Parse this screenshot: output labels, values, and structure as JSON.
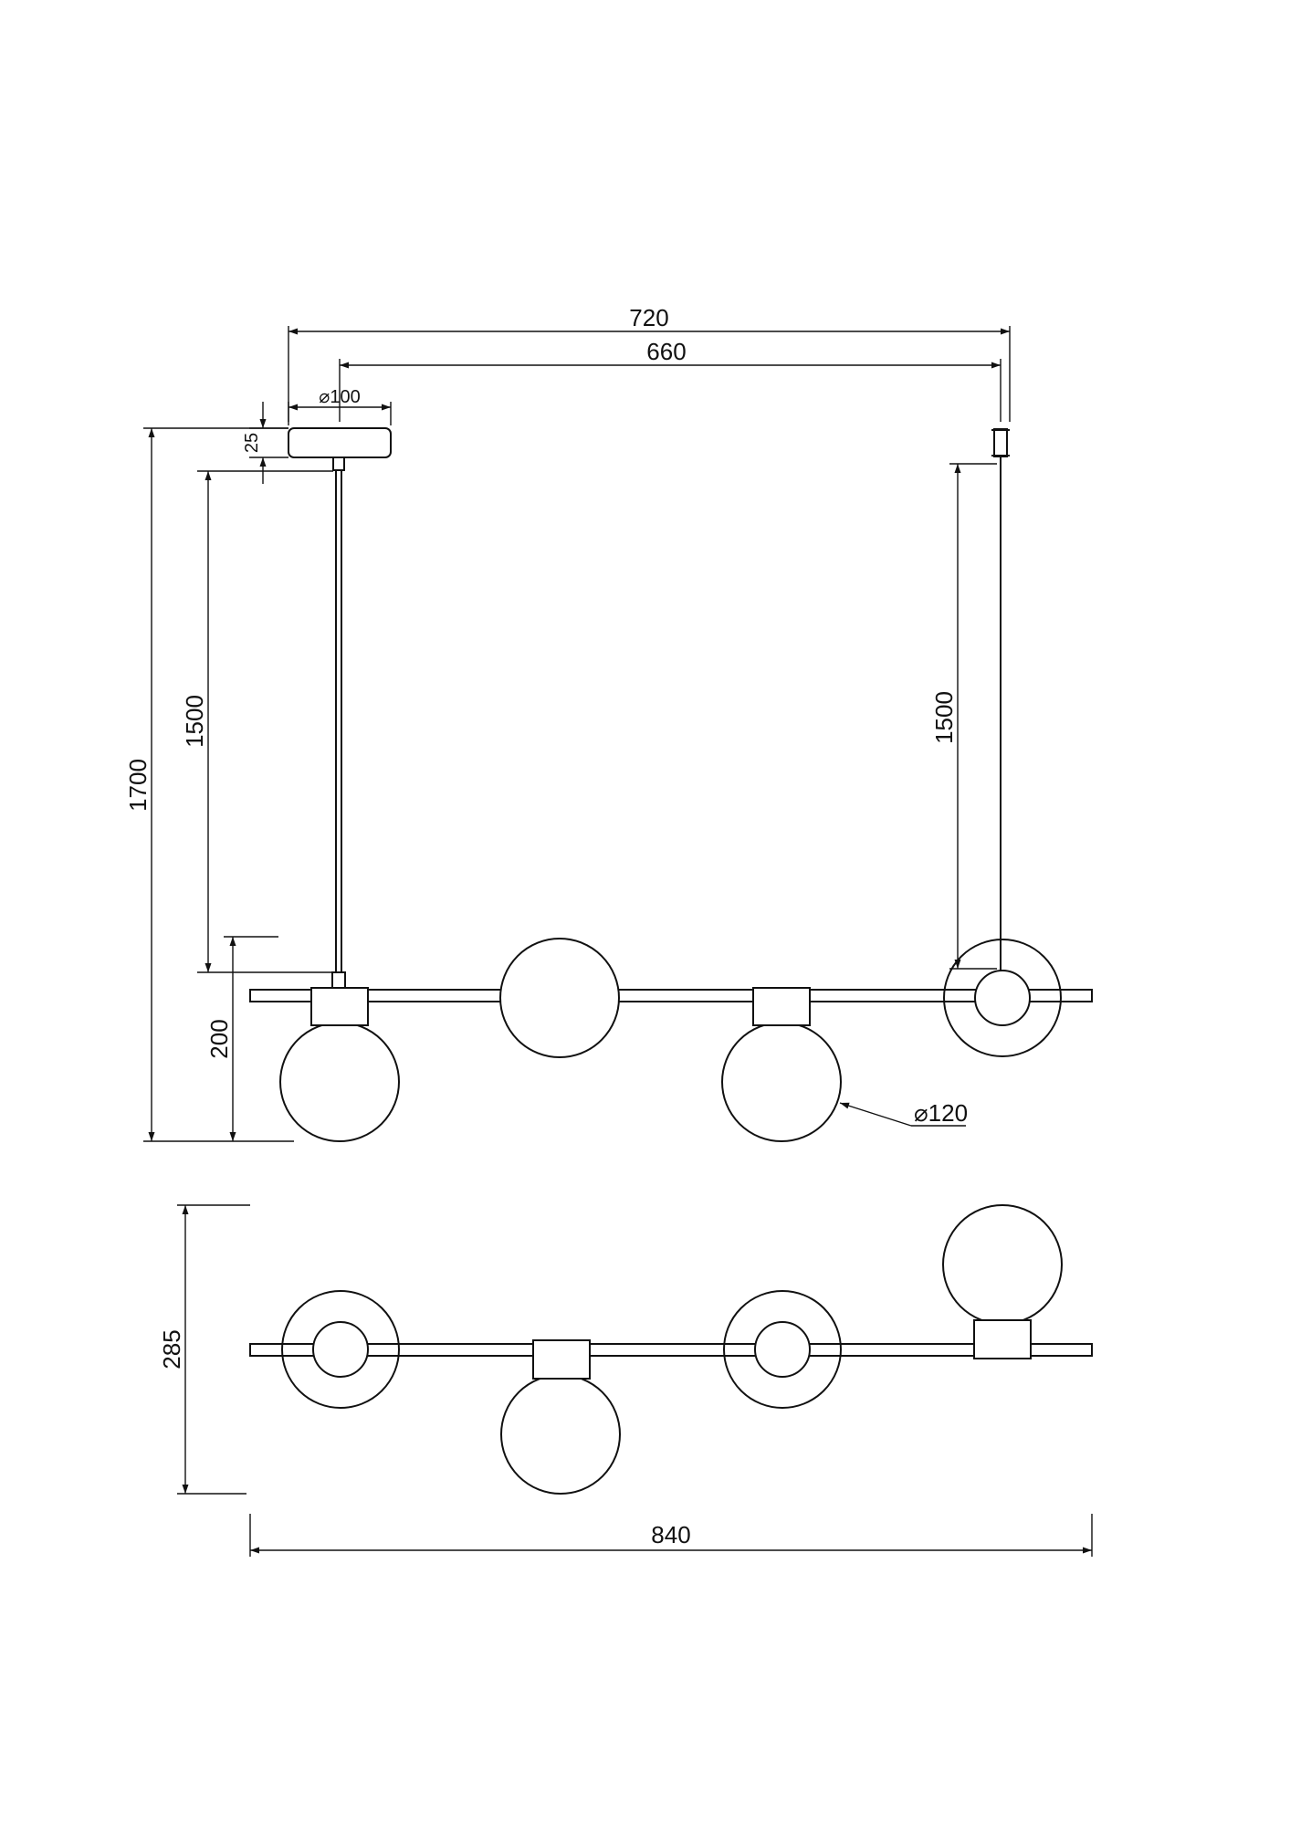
{
  "dimensions": {
    "overall_span": "720",
    "cable_spacing": "660",
    "canopy_diameter": "⌀100",
    "canopy_height": "25",
    "total_height": "1700",
    "cable_left": "1500",
    "cable_right": "1500",
    "fixture_height": "200",
    "globe_diameter": "⌀120",
    "depth": "285",
    "length": "840"
  },
  "colors": {
    "line": "#111111",
    "background": "#ffffff"
  }
}
